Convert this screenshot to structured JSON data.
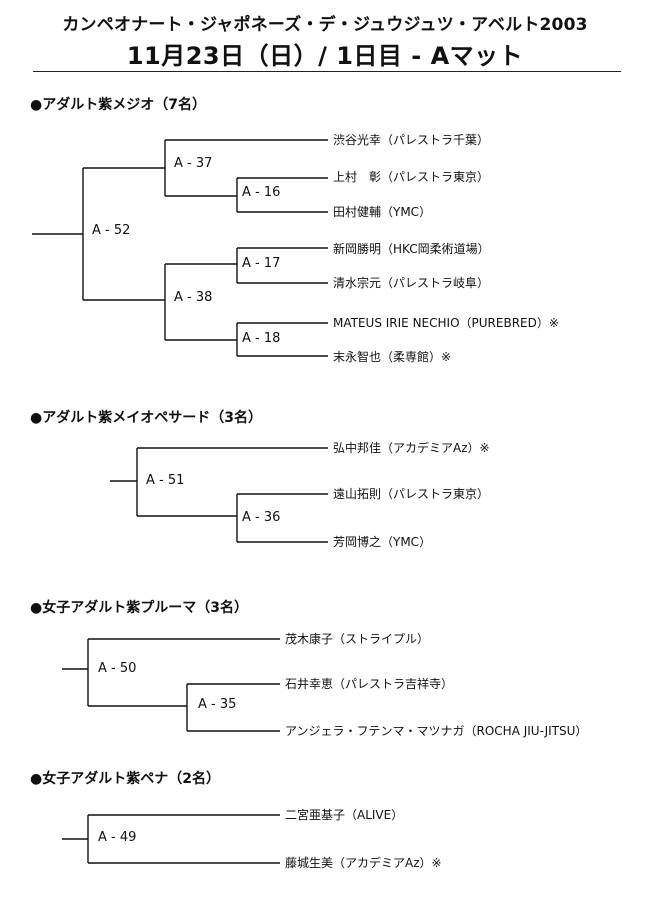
{
  "header": {
    "line1": "カンペオナート・ジャポネーズ・デ・ジュウジュツ・アベルト2003",
    "line2": "11月23日（日）/ 1日目 - Aマット"
  },
  "sections": [
    {
      "title": "●アダルト紫メジオ（7名）",
      "matches": [
        "A - 52",
        "A - 37",
        "A - 38",
        "A - 16",
        "A - 17",
        "A - 18"
      ],
      "entries": [
        "渋谷光幸（パレストラ千葉）",
        "上村　彰（パレストラ東京）",
        "田村健輔（YMC）",
        "新岡勝明（HKC岡柔術道場）",
        "清水宗元（パレストラ岐阜）",
        "MATEUS IRIE NECHIO（PUREBRED）※",
        "末永智也（柔専館）※"
      ]
    },
    {
      "title": "●アダルト紫メイオペサード（3名）",
      "matches": [
        "A - 51",
        "A - 36"
      ],
      "entries": [
        "弘中邦佳（アカデミアAz）※",
        "遠山拓則（パレストラ東京）",
        "芳岡博之（YMC）"
      ]
    },
    {
      "title": "●女子アダルト紫プルーマ（3名）",
      "matches": [
        "A - 50",
        "A - 35"
      ],
      "entries": [
        "茂木康子（ストライプル）",
        "石井幸恵（パレストラ吉祥寺）",
        "アンジェラ・フテンマ・マツナガ（ROCHA JIU-JITSU）"
      ]
    },
    {
      "title": "●女子アダルト紫ペナ（2名）",
      "matches": [
        "A - 49"
      ],
      "entries": [
        "二宮亜基子（ALIVE）",
        "藤城生美（アカデミアAz）※"
      ]
    }
  ]
}
